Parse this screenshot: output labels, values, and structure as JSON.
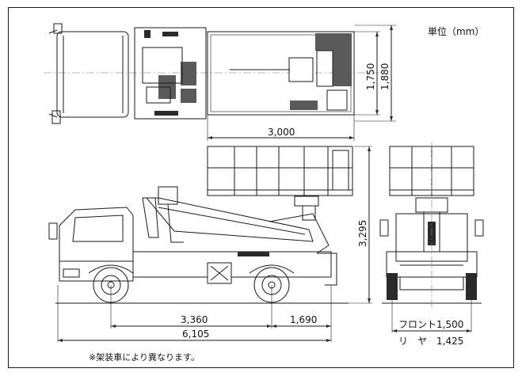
{
  "diagram": {
    "unit_label": "単位（mm）",
    "note": "※架装車により異なります。",
    "dimensions": {
      "platform_length": "3,000",
      "platform_width": "1,750",
      "overall_width": "1,880",
      "overall_height": "3,295",
      "wheelbase": "3,360",
      "rear_overhang": "1,690",
      "overall_length": "6,105",
      "front_tread": "フロント1,500",
      "rear_tread": "リ　ヤ　1,425"
    }
  }
}
